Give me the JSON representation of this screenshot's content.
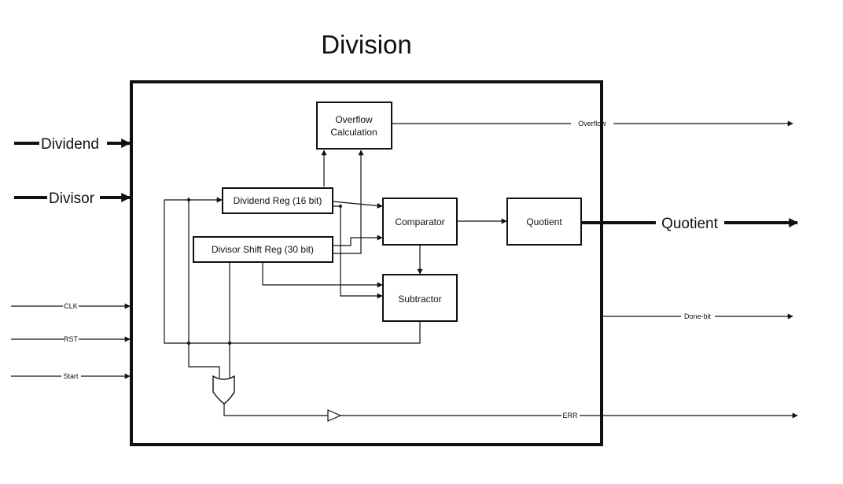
{
  "title": "Division",
  "inputs": {
    "dividend": "Dividend",
    "divisor": "Divisor",
    "clk": "CLK",
    "rst": "RST",
    "start": "Start"
  },
  "outputs": {
    "overflow": "Overflow",
    "quotient": "Quotient",
    "done": "Done-bit",
    "err": "ERR"
  },
  "blocks": {
    "overflow_calc": [
      "Overflow",
      "Calculation"
    ],
    "dividend_reg": "Dividend Reg (16 bit)",
    "divisor_reg": "Divisor Shift Reg (30 bit)",
    "comparator": "Comparator",
    "quotient": "Quotient",
    "subtractor": "Subtractor"
  }
}
